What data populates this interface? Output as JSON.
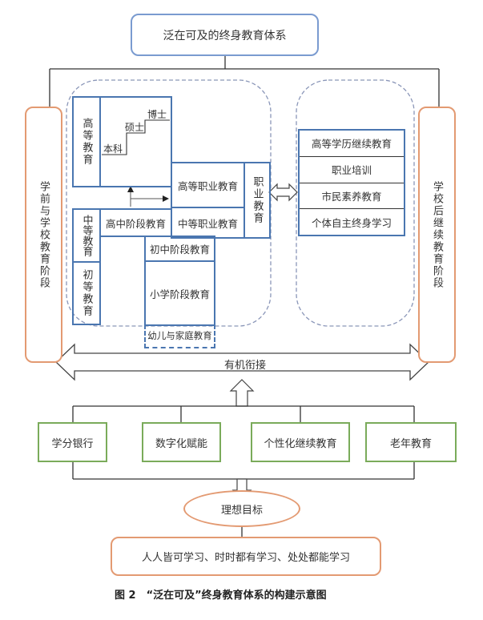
{
  "title": "泛在可及的终身教育体系",
  "side_left": "学前与学校教育阶段",
  "side_right": "学校后继续教育阶段",
  "higher_ed": {
    "label": "高等教育",
    "degrees": [
      "本科",
      "硕士",
      "博士"
    ]
  },
  "vocational": {
    "label": "职业教育",
    "higher": "高等职业教育",
    "secondary": "中等职业教育"
  },
  "secondary_ed": {
    "label": "中等教育",
    "high_school": "高中阶段教育"
  },
  "primary_ed": {
    "label": "初等教育",
    "junior": "初中阶段教育",
    "primary": "小学阶段教育",
    "preschool": "幼儿与家庭教育"
  },
  "continuing": {
    "items": [
      "高等学历继续教育",
      "职业培训",
      "市民素养教育",
      "个体自主终身学习"
    ]
  },
  "connection": "有机衔接",
  "supports": [
    "学分银行",
    "数字化赋能",
    "个性化继续教育",
    "老年教育"
  ],
  "goal": {
    "label": "理想目标",
    "text": "人人皆可学习、时时都有学习、处处都能学习"
  },
  "caption": "图 2　“泛在可及”终身教育体系的构建示意图",
  "colors": {
    "blue": "#4a76b0",
    "orange": "#e39a72",
    "green": "#7aab5a",
    "dashed": "#8a96b8"
  }
}
